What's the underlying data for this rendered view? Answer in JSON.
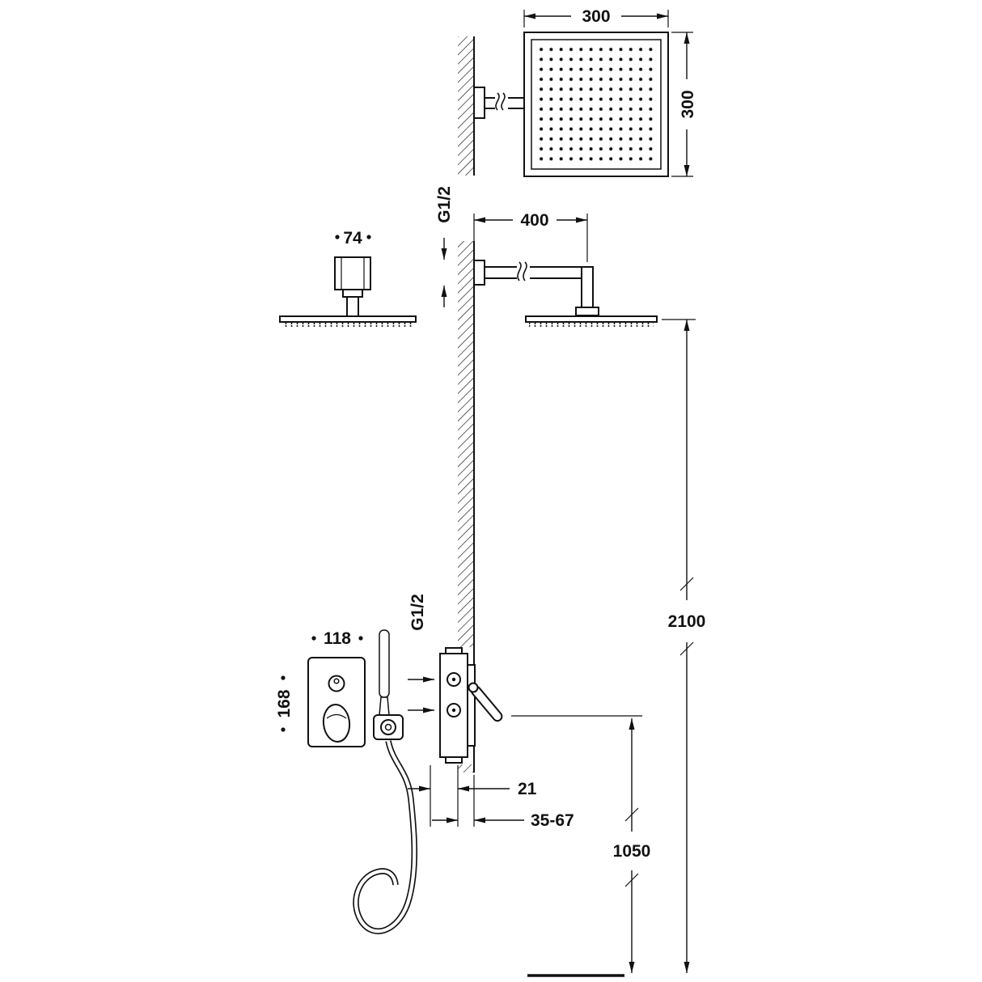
{
  "diagram": {
    "labels": {
      "head_width": "300",
      "head_height": "300",
      "arm_length": "400",
      "arm_thread": "G1/2",
      "ceiling_stem": "74",
      "total_height": "2100",
      "outlet_height": "1050",
      "trim_width": "118",
      "trim_height": "168",
      "valve_thread": "G1/2",
      "valve_offset": "21",
      "recess_range": "35-67"
    }
  }
}
